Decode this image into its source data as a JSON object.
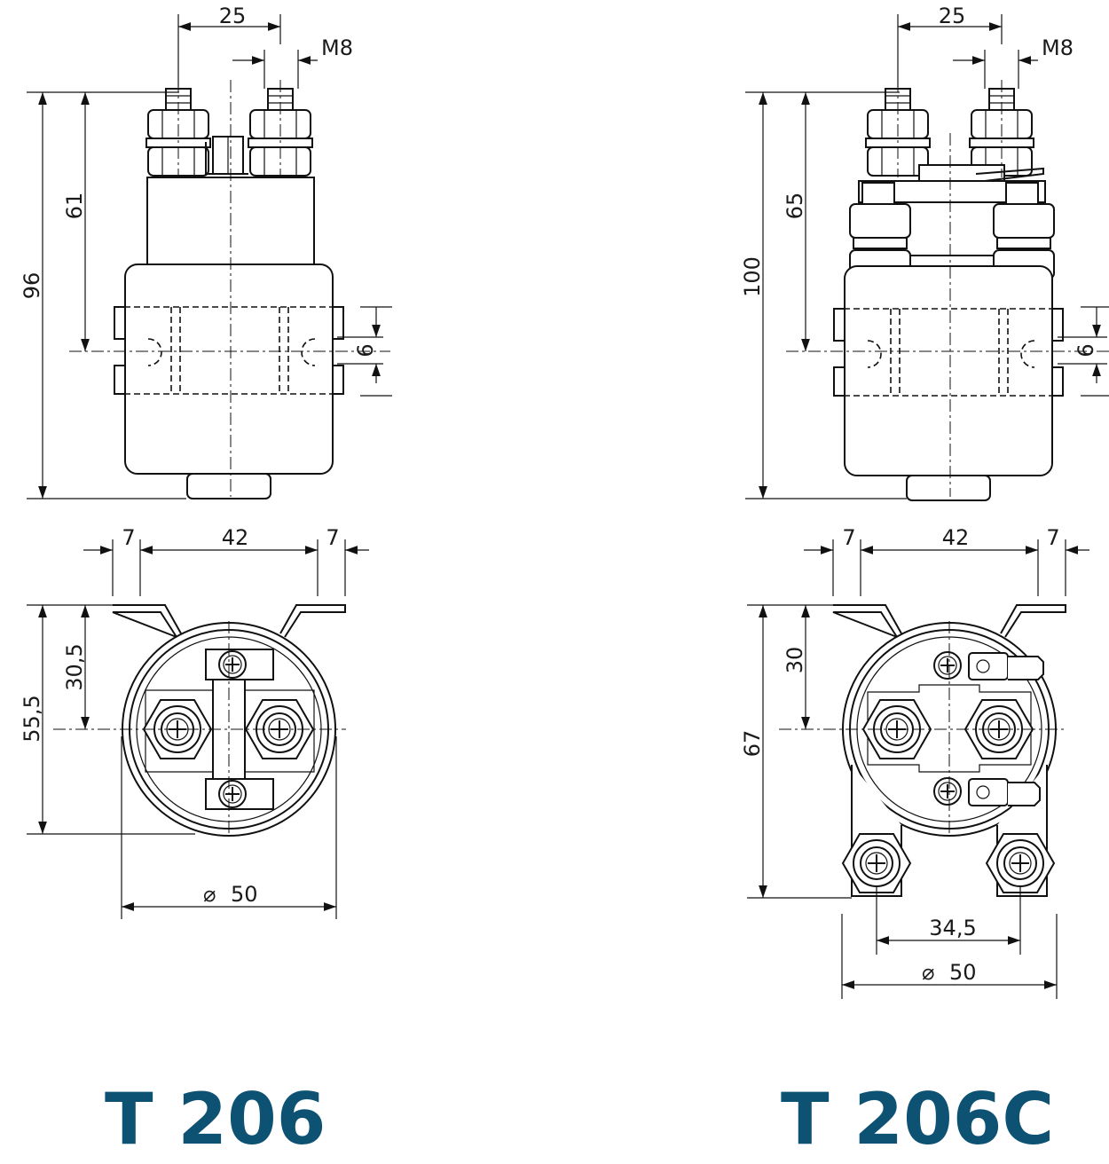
{
  "colors": {
    "title": "#0d5273",
    "line": "#111111"
  },
  "left": {
    "title": "T 206",
    "top_view": {
      "pitch": "25",
      "thread": "M8",
      "height_total": "96",
      "height_mount": "61",
      "slot": "6"
    },
    "bottom_view": {
      "flange_left": "7",
      "flange_mid": "42",
      "flange_right": "7",
      "height_total": "55,5",
      "height_center": "30,5",
      "diameter_symbol": "⌀",
      "diameter": "50"
    }
  },
  "right": {
    "title": "T 206C",
    "top_view": {
      "pitch": "25",
      "thread": "M8",
      "height_total": "100",
      "height_mount": "65",
      "slot": "6"
    },
    "bottom_view": {
      "flange_left": "7",
      "flange_mid": "42",
      "flange_right": "7",
      "height_total": "67",
      "height_center": "30",
      "terminal_pitch": "34,5",
      "diameter_symbol": "⌀",
      "diameter": "50"
    }
  }
}
